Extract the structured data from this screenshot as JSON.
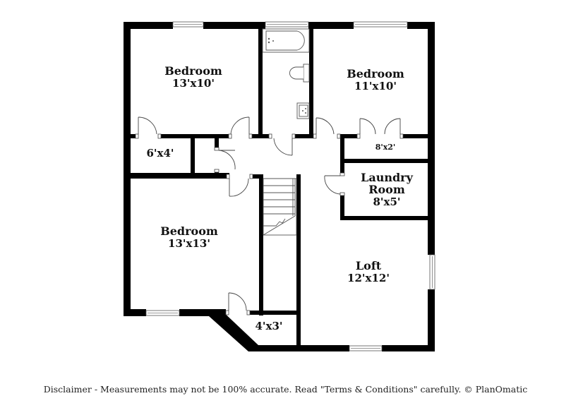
{
  "floorplan": {
    "rooms": [
      {
        "id": "bedroom-1",
        "name": "Bedroom",
        "dims": "13'x10'"
      },
      {
        "id": "bedroom-2",
        "name": "Bedroom",
        "dims": "11'x10'"
      },
      {
        "id": "closet-1",
        "name": "",
        "dims": "6'x4'"
      },
      {
        "id": "closet-2",
        "name": "",
        "dims": "8'x2'"
      },
      {
        "id": "laundry",
        "name_line1": "Laundry",
        "name_line2": "Room",
        "dims": "8'x5'"
      },
      {
        "id": "bedroom-3",
        "name": "Bedroom",
        "dims": "13'x13'"
      },
      {
        "id": "loft",
        "name": "Loft",
        "dims": "12'x12'"
      },
      {
        "id": "closet-3",
        "name": "",
        "dims": "4'x3'"
      }
    ],
    "colors": {
      "wall": "#000000",
      "background": "#ffffff",
      "fixture_stroke": "#555555"
    },
    "icons": [
      "bathtub-icon",
      "toilet-icon",
      "sink-icon",
      "staircase-icon",
      "window-icon",
      "door-icon"
    ]
  },
  "footer": {
    "disclaimer": "Disclaimer - Measurements may not be 100% accurate. Read \"Terms & Conditions\" carefully. © PlanOmatic"
  }
}
